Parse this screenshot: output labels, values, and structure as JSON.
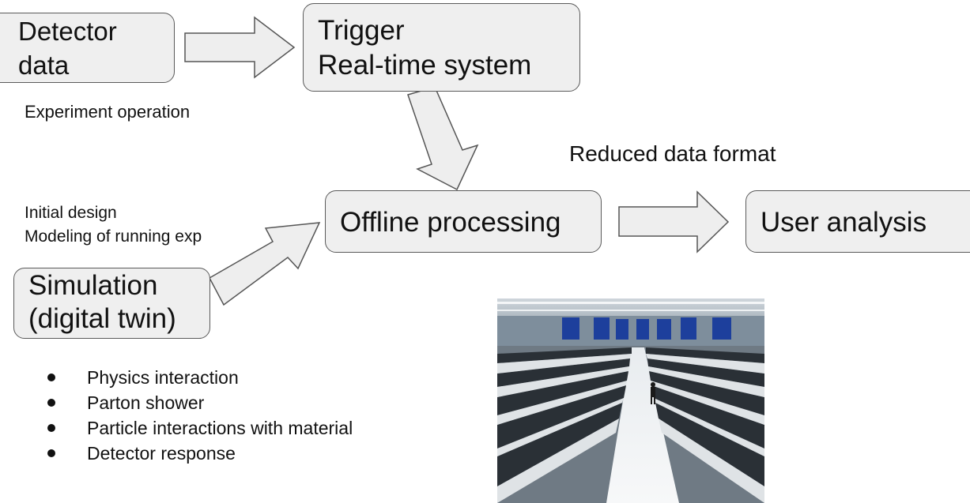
{
  "nodes": {
    "detector": {
      "line1": "Detector",
      "line2": "data"
    },
    "trigger": {
      "line1": "Trigger",
      "line2": "Real-time system"
    },
    "offline": {
      "label": "Offline processing"
    },
    "user": {
      "label": "User analysis"
    },
    "simulation": {
      "line1": "Simulation",
      "line2": "(digital twin)"
    }
  },
  "annotations": {
    "experiment_operation": "Experiment operation",
    "reduced_data_format": "Reduced data format",
    "initial_design": "Initial design",
    "modeling": "Modeling of running exp"
  },
  "simulation_steps": [
    "Physics interaction",
    "Parton shower",
    "Particle interactions with material",
    "Detector response"
  ],
  "colors": {
    "box_fill": "#efefef",
    "box_border": "#5a5a5a",
    "arrow_fill": "#eeeeee"
  },
  "image": {
    "subject": "computing-center-server-hall"
  }
}
